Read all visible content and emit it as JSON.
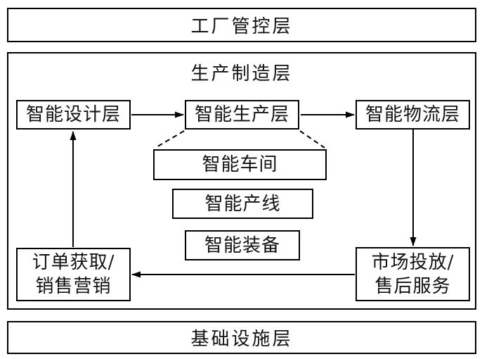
{
  "colors": {
    "line": "#000000",
    "background": "#ffffff",
    "text": "#111111"
  },
  "layers": {
    "factory": {
      "label": "工厂管控层"
    },
    "manufacturing": {
      "label": "生产制造层"
    },
    "infrastructure": {
      "label": "基础设施层"
    }
  },
  "nodes": {
    "design": {
      "label": "智能设计层"
    },
    "production": {
      "label": "智能生产层"
    },
    "logistics": {
      "label": "智能物流层"
    },
    "workshop": {
      "label": "智能车间"
    },
    "production_line": {
      "label": "智能产线"
    },
    "equipment": {
      "label": "智能装备"
    },
    "order": {
      "line1": "订单获取/",
      "line2": "销售营销"
    },
    "market": {
      "line1": "市场投放/",
      "line2": "售后服务"
    }
  },
  "connections": [
    {
      "from": "智能设计层",
      "to": "智能生产层",
      "style": "arrow"
    },
    {
      "from": "智能生产层",
      "to": "智能物流层",
      "style": "arrow"
    },
    {
      "from": "智能物流层",
      "to": "市场投放/售后服务",
      "style": "arrow"
    },
    {
      "from": "市场投放/售后服务",
      "to": "订单获取/销售营销",
      "style": "arrow"
    },
    {
      "from": "订单获取/销售营销",
      "to": "智能设计层",
      "style": "arrow"
    },
    {
      "from": "智能生产层",
      "to": "智能车间",
      "style": "dashed-decomposition"
    }
  ]
}
